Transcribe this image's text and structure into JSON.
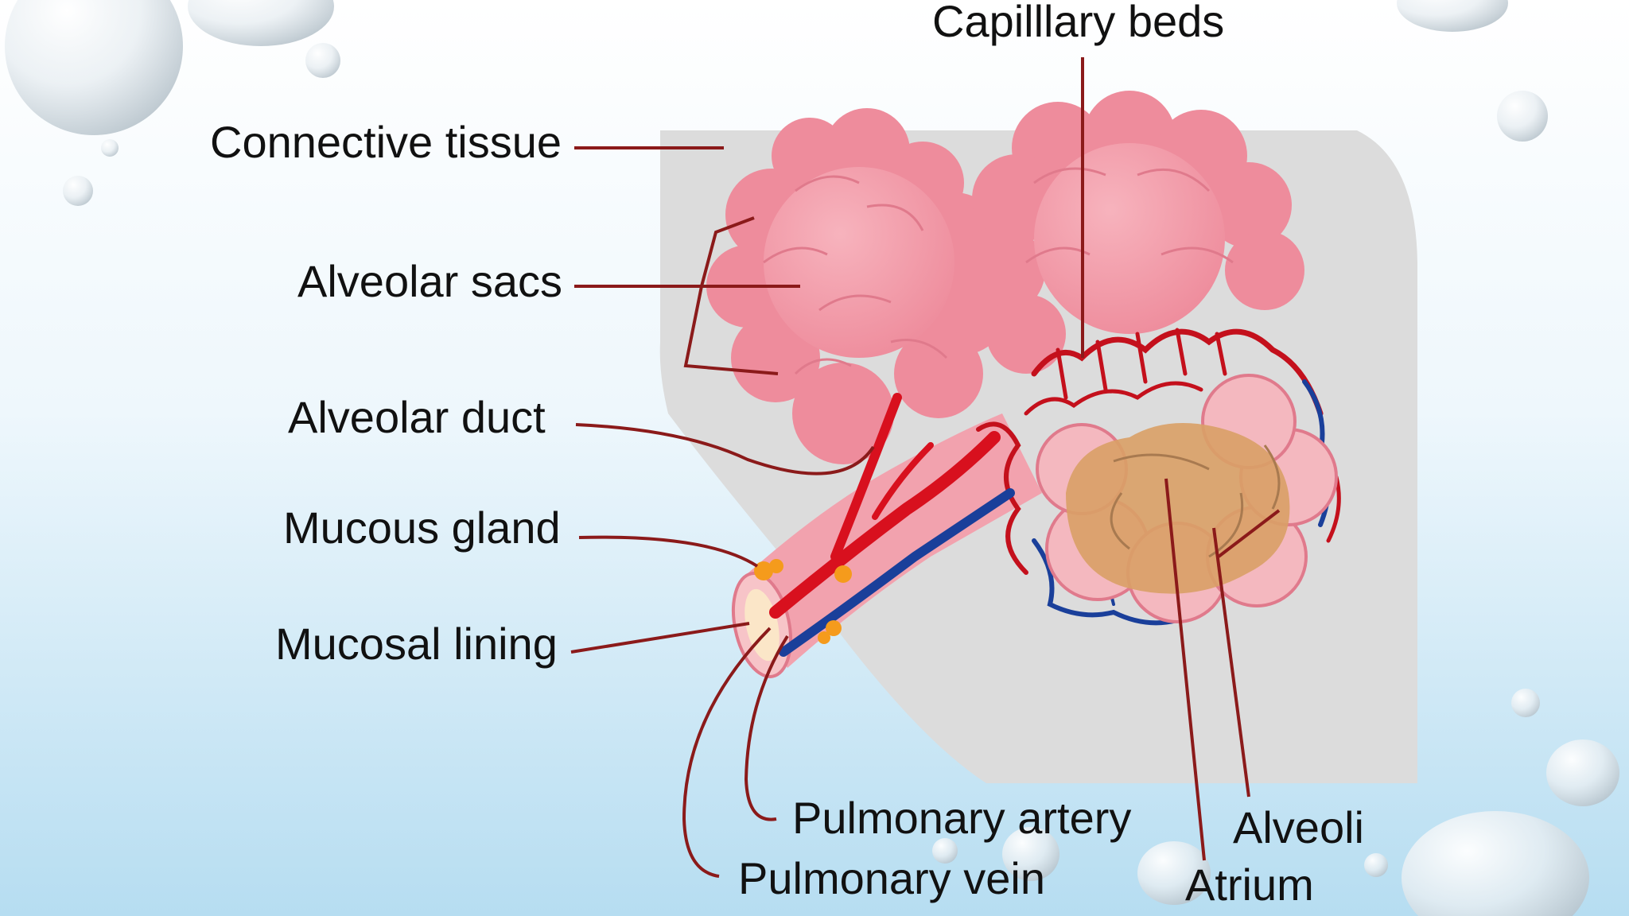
{
  "labels": {
    "capillary_beds": "Capilllary beds",
    "connective_tissue": "Connective tissue",
    "alveolar_sacs": "Alveolar sacs",
    "alveolar_duct": "Alveolar duct",
    "mucous_gland": "Mucous gland",
    "mucosal_lining": "Mucosal lining",
    "pulmonary_artery": "Pulmonary artery",
    "pulmonary_vein": "Pulmonary vein",
    "alveoli": "Alveoli",
    "atrium": "Atrium"
  },
  "colors": {
    "leader_line": "#8b1a1a",
    "tissue_block": "#dcdcdc",
    "alveolus_pink": "#f29aa8",
    "artery_red": "#d8101e",
    "vein_blue": "#1a3f9a",
    "atrium_tan": "#d9a066",
    "gland_orange": "#f59b1c",
    "background_top": "#ffffff",
    "background_bottom": "#b6ddf1"
  }
}
